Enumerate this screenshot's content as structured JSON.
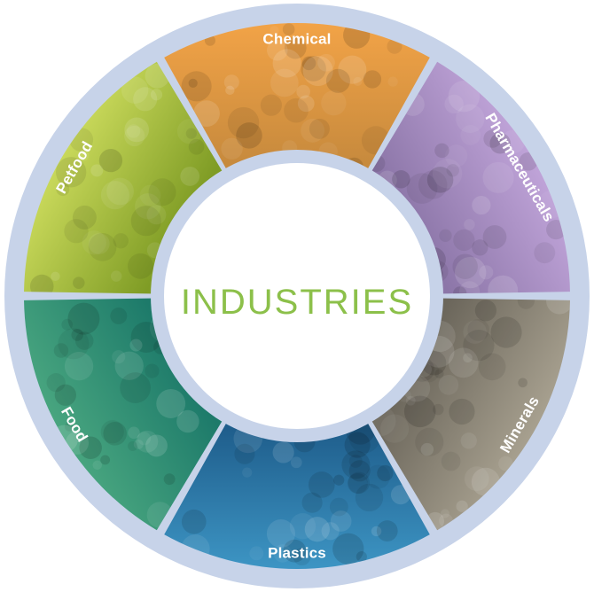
{
  "title": "INDUSTRIES",
  "colors": {
    "ring": "#c7d3e9",
    "hub": "#ffffff",
    "title": "#8cc04a"
  },
  "segments": [
    {
      "id": "chemical",
      "label": "Chemical",
      "color_a": "#c78a3d",
      "color_b": "#f2a347"
    },
    {
      "id": "pharmaceuticals",
      "label": "Pharmaceuticals",
      "color_a": "#8c76a8",
      "color_b": "#bfa3d8"
    },
    {
      "id": "minerals",
      "label": "Minerals",
      "color_a": "#6b665b",
      "color_b": "#a7a08f"
    },
    {
      "id": "plastics",
      "label": "Plastics",
      "color_a": "#1f5e8c",
      "color_b": "#3d95c4"
    },
    {
      "id": "food",
      "label": "Food",
      "color_a": "#1d7a6a",
      "color_b": "#48a57f"
    },
    {
      "id": "petfood",
      "label": "Petfood",
      "color_a": "#7f9c25",
      "color_b": "#c8d85a"
    }
  ]
}
